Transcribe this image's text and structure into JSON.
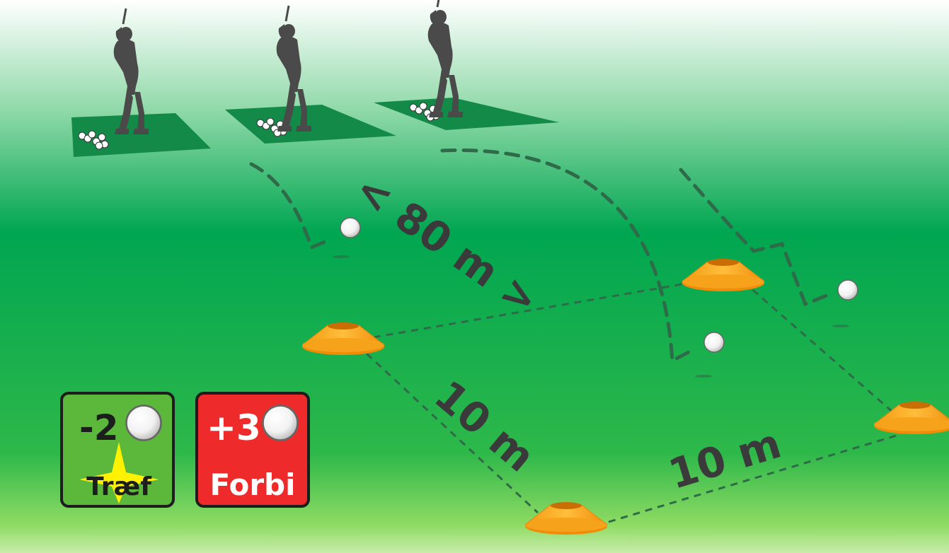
{
  "labels": {
    "distance_long": "< 80 m >",
    "distance_left": "10 m",
    "distance_bottom": "10 m"
  },
  "badges": {
    "hit": {
      "value": "-2",
      "label": "Træf",
      "color": "#5cb83a"
    },
    "miss": {
      "value": "+3",
      "label": "Forbi",
      "color": "#ee2a2a"
    }
  },
  "colors": {
    "grass_dark": "#00a651",
    "grass_light": "#7fd45a",
    "mat": "#138a47",
    "cone": "#f7a21b",
    "golfer": "#4a4a4a",
    "path": "#2e6b48"
  },
  "icons": [
    "golfer-silhouette",
    "golf-ball",
    "training-cone",
    "star-burst"
  ]
}
